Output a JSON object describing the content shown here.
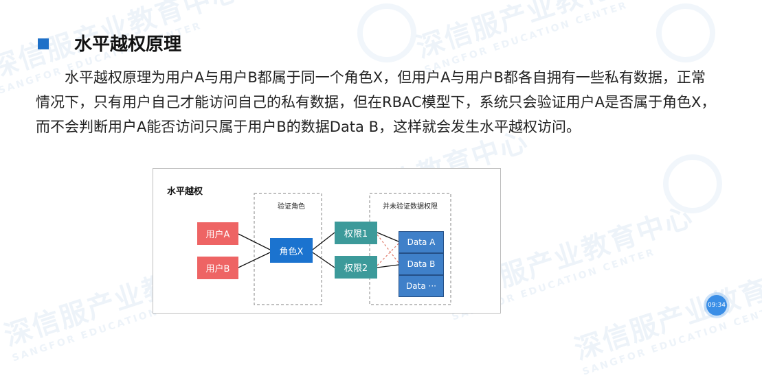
{
  "section": {
    "title": "水平越权原理",
    "paragraph": "水平越权原理为用户A与用户B都属于同一个角色X，但用户A与用户B都各自拥有一些私有数据，正常情况下，只有用户自己才能访问自己的私有数据，但在RBAC模型下，系统只会验证用户A是否属于角色X，而不会判断用户A能否访问只属于用户B的数据Data B，这样就会发生水平越权访问。"
  },
  "diagram": {
    "title": "水平越权",
    "verify_role_label": "验证角色",
    "no_verify_label": "并未验证数据权限",
    "users": [
      "用户A",
      "用户B"
    ],
    "role": "角色X",
    "permissions": [
      "权限1",
      "权限2"
    ],
    "data": [
      "Data A",
      "Data B",
      "Data ···"
    ]
  },
  "watermark": {
    "text_cn": "深信服产业教育中心",
    "text_en": "SANGFOR EDUCATION CENTER"
  },
  "video": {
    "time": "09:34"
  },
  "colors": {
    "accent": "#1e70c8",
    "user_box": "#ee6464",
    "role_box": "#1b73cf",
    "perm_box": "#3c9a9a",
    "data_box": "#3f80c9",
    "cross_line": "#e07a6a"
  }
}
